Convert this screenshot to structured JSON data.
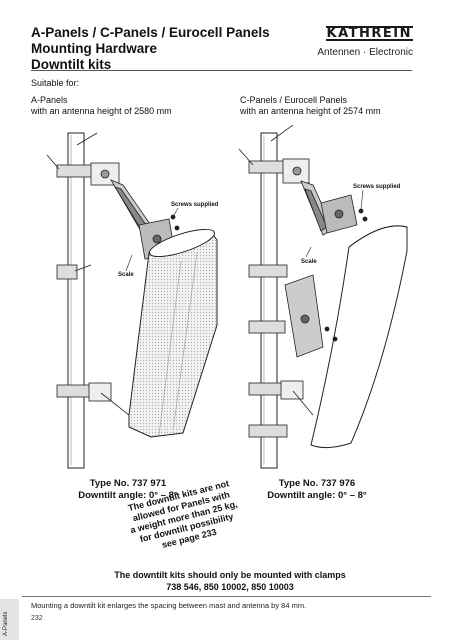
{
  "title": [
    "A-Panels / C-Panels / Eurocell Panels",
    "Mounting Hardware",
    "Downtilt kits"
  ],
  "brand": {
    "name": "KATHREIN",
    "tagline": "Antennen · Electronic"
  },
  "suitable_for": "Suitable for:",
  "left_column": {
    "heading": "A-Panels",
    "subheading": "with an antenna height of 2580 mm",
    "screws_label": "Screws supplied",
    "scale_label": "Scale",
    "type_no": "Type No. 737 971",
    "downtilt": "Downtilt angle: 0° – 8°"
  },
  "right_column": {
    "heading": "C-Panels / Eurocell Panels",
    "subheading": "with an antenna height of 2574 mm",
    "screws_label": "Screws supplied",
    "scale_label": "Scale",
    "type_no": "Type No. 737 976",
    "downtilt": "Downtilt angle: 0° – 8°"
  },
  "note": [
    "The downtilt kits are not",
    "allowed for Panels with",
    "a weight more than 25 kg,",
    "for downtilt possibility",
    "see page 233"
  ],
  "clamps": [
    "The downtilt kits should only be mounted with clamps",
    "738 546, 850 10002, 850 10003"
  ],
  "footnote": "Mounting a downtilt kit enlarges the spacing between mast and antenna by 84 mm.",
  "page_number": "232",
  "side_tab": "A-Panels"
}
